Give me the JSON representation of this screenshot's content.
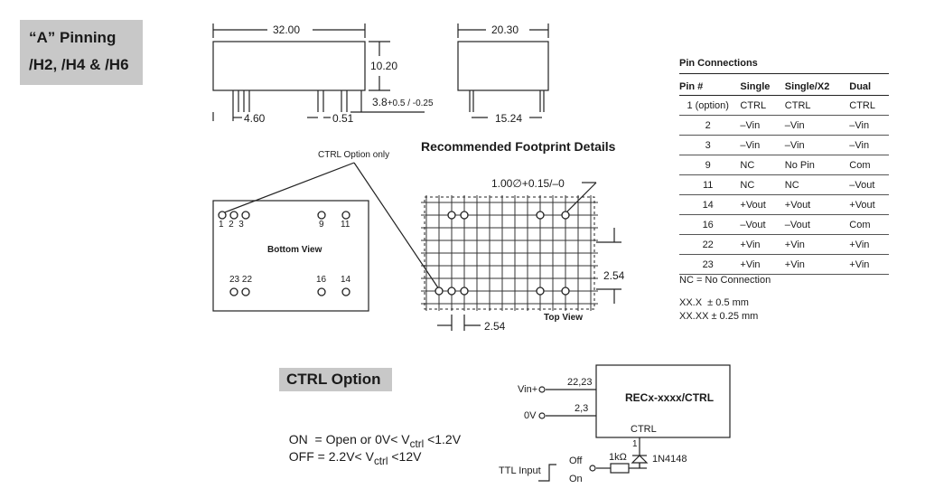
{
  "pinning": {
    "line1": "“A” Pinning",
    "line2": "/H2, /H4 & /H6"
  },
  "dims": {
    "length": "32.00",
    "height": "10.20",
    "width": "20.30",
    "pitch1": "4.60",
    "pin_dia": "0.51",
    "pin_len": "3.8",
    "pin_len_tol": "+0.5 / -0.25",
    "row_spacing": "15.24"
  },
  "ctrl_option_only": "CTRL Option only",
  "footprint": {
    "title": "Recommended Footprint Details",
    "hole": "1.00∅+0.15/–0",
    "pitch_v": "2.54",
    "pitch_h": "2.54",
    "top_view": "Top View"
  },
  "bottom_view": {
    "label": "Bottom View",
    "pins_top_left": "1  2  3",
    "pin9": "9",
    "pin11": "11",
    "pins_bottom_left": "23 22",
    "pin16": "16",
    "pin14": "14"
  },
  "pin_connections": {
    "title": "Pin Connections",
    "headers": [
      "Pin #",
      "Single",
      "Single/X2",
      "Dual"
    ],
    "rows": [
      [
        "1 (option)",
        "CTRL",
        "CTRL",
        "CTRL"
      ],
      [
        "2",
        "–Vin",
        "–Vin",
        "–Vin"
      ],
      [
        "3",
        "–Vin",
        "–Vin",
        "–Vin"
      ],
      [
        "9",
        "NC",
        "No Pin",
        "Com"
      ],
      [
        "11",
        "NC",
        "NC",
        "–Vout"
      ],
      [
        "14",
        "+Vout",
        "+Vout",
        "+Vout"
      ],
      [
        "16",
        "–Vout",
        "–Vout",
        "Com"
      ],
      [
        "22",
        "+Vin",
        "+Vin",
        "+Vin"
      ],
      [
        "23",
        "+Vin",
        "+Vin",
        "+Vin"
      ]
    ],
    "note": "NC = No Connection",
    "tol1": "XX.X  ± 0.5 mm",
    "tol2": "XX.XX ± 0.25 mm"
  },
  "ctrl": {
    "title": "CTRL Option",
    "on_prefix": "ON  = Open or 0V< V",
    "on_suffix": " <1.2V",
    "off_prefix": "OFF = 2.2V< V",
    "off_suffix": " <12V",
    "sub": "ctrl"
  },
  "circuit": {
    "vin": "Vin+",
    "pins_vin": "22,23",
    "zero": "0V",
    "pins_0v": "2,3",
    "device": "RECx-xxxx/CTRL",
    "ctrl": "CTRL",
    "pin1": "1",
    "ttl": "TTL Input",
    "off": "Off",
    "on": "On",
    "resistor": "1kΩ",
    "diode": "1N4148"
  }
}
